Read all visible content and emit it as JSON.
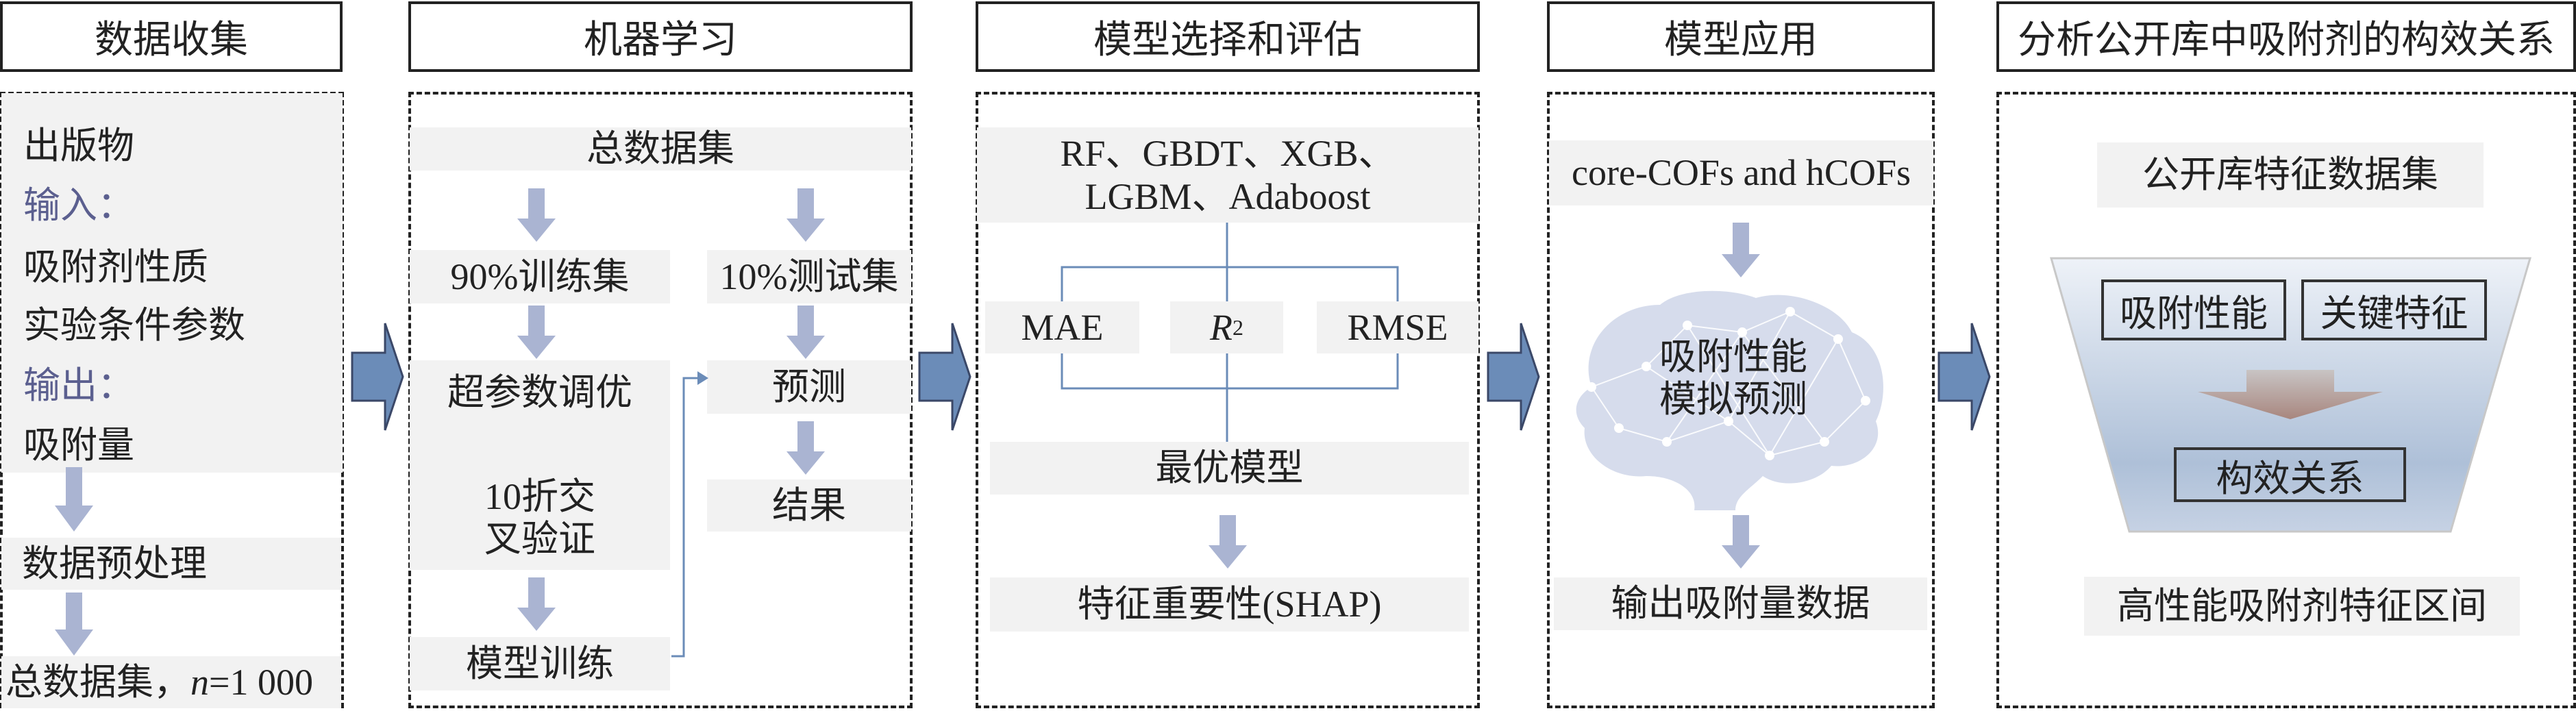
{
  "colors": {
    "panel_gray": "#f2f2f2",
    "small_arrow": "#aab4d2",
    "big_arrow": "#6b8cb8",
    "label_blue": "#5b5f8f"
  },
  "stages": [
    {
      "title": "数据收集",
      "source_block": {
        "publications": "出版物",
        "input_label": "输入：",
        "input_items": [
          "吸附剂性质",
          "实验条件参数"
        ],
        "output_label": "输出：",
        "output_items": [
          "吸附量"
        ]
      },
      "preprocess": "数据预处理",
      "dataset": {
        "text": "总数据集，",
        "n_label": "n",
        "n_value": "=1 000"
      }
    },
    {
      "title": "机器学习",
      "total": "总数据集",
      "train": "90%训练集",
      "test": "10%测试集",
      "tuning": "超参数调优",
      "cv": "10折交叉验证",
      "train_model": "模型训练",
      "predict": "预测",
      "result": "结果"
    },
    {
      "title": "模型选择和评估",
      "models": [
        "RF、GBDT、XGB、",
        "LGBM、Adaboost"
      ],
      "metrics": {
        "mae": "MAE",
        "r2": "R",
        "r2_sup": "2",
        "rmse": "RMSE"
      },
      "best": "最优模型",
      "shap": "特征重要性(SHAP)"
    },
    {
      "title": "模型应用",
      "input": "core-COFs and hCOFs",
      "brain": [
        "吸附性能",
        "模拟预测"
      ],
      "output": "输出吸附量数据"
    },
    {
      "title": "分析公开库中吸附剂的构效关系",
      "dataset": "公开库特征数据集",
      "perf": "吸附性能",
      "key": "关键特征",
      "relation": "构效关系",
      "range": "高性能吸附剂特征区间"
    }
  ]
}
